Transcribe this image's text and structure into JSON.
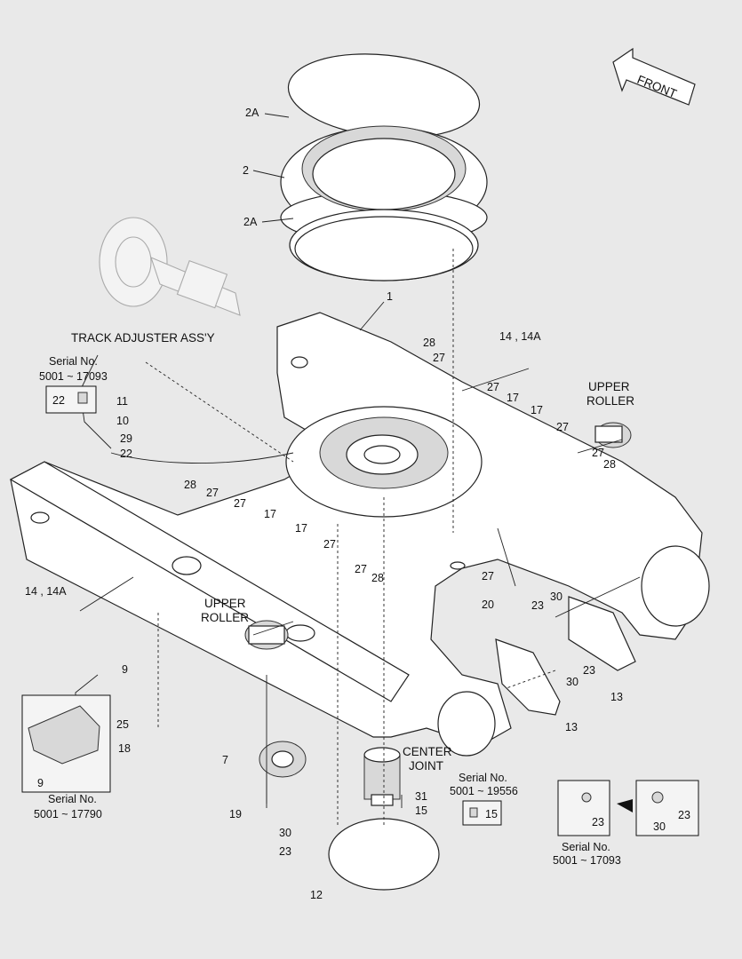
{
  "direction_label": "FRONT",
  "labels": {
    "track_adjuster": "TRACK ADJUSTER ASS'Y",
    "upper_roller_right_1": "UPPER",
    "upper_roller_right_2": "ROLLER",
    "upper_roller_left_1": "UPPER",
    "upper_roller_left_2": "ROLLER",
    "center_joint_1": "CENTER",
    "center_joint_2": "JOINT"
  },
  "serial_boxes": {
    "top_left": {
      "title": "Serial No.",
      "range": "5001 ~ 17093",
      "part": "22"
    },
    "bottom_left": {
      "title": "Serial No.",
      "range": "5001 ~ 17790",
      "part": "9"
    },
    "center_joint": {
      "title": "Serial No.",
      "range": "5001 ~ 19556",
      "part": "15"
    },
    "bottom_right": {
      "title": "Serial No.",
      "range": "5001 ~ 17093",
      "part_a": "23",
      "part_b": "23",
      "part_c": "30"
    }
  },
  "callouts": {
    "c_2a_top": "2A",
    "c_2": "2",
    "c_2a_bot": "2A",
    "c_1": "1",
    "c_28_a": "28",
    "c_27_a": "27",
    "c_14_r": "14 , 14A",
    "c_27_b": "27",
    "c_17_a": "17",
    "c_17_b": "17",
    "c_27_c": "27",
    "c_27_d": "27",
    "c_28_b": "28",
    "c_11": "11",
    "c_10": "10",
    "c_29": "29",
    "c_22": "22",
    "c_28_c": "28",
    "c_27_e": "27",
    "c_27_f": "27",
    "c_17_c": "17",
    "c_17_d": "17",
    "c_27_g": "27",
    "c_27_h": "27",
    "c_28_d": "28",
    "c_14_l": "14 , 14A",
    "c_27_i": "27",
    "c_20": "20",
    "c_23_a": "23",
    "c_30_a": "30",
    "c_23_b": "23",
    "c_30_b": "30",
    "c_13_a": "13",
    "c_13_b": "13",
    "c_9": "9",
    "c_25": "25",
    "c_18": "18",
    "c_7": "7",
    "c_19": "19",
    "c_31": "31",
    "c_15": "15",
    "c_30_c": "30",
    "c_23_c": "23",
    "c_12": "12"
  }
}
